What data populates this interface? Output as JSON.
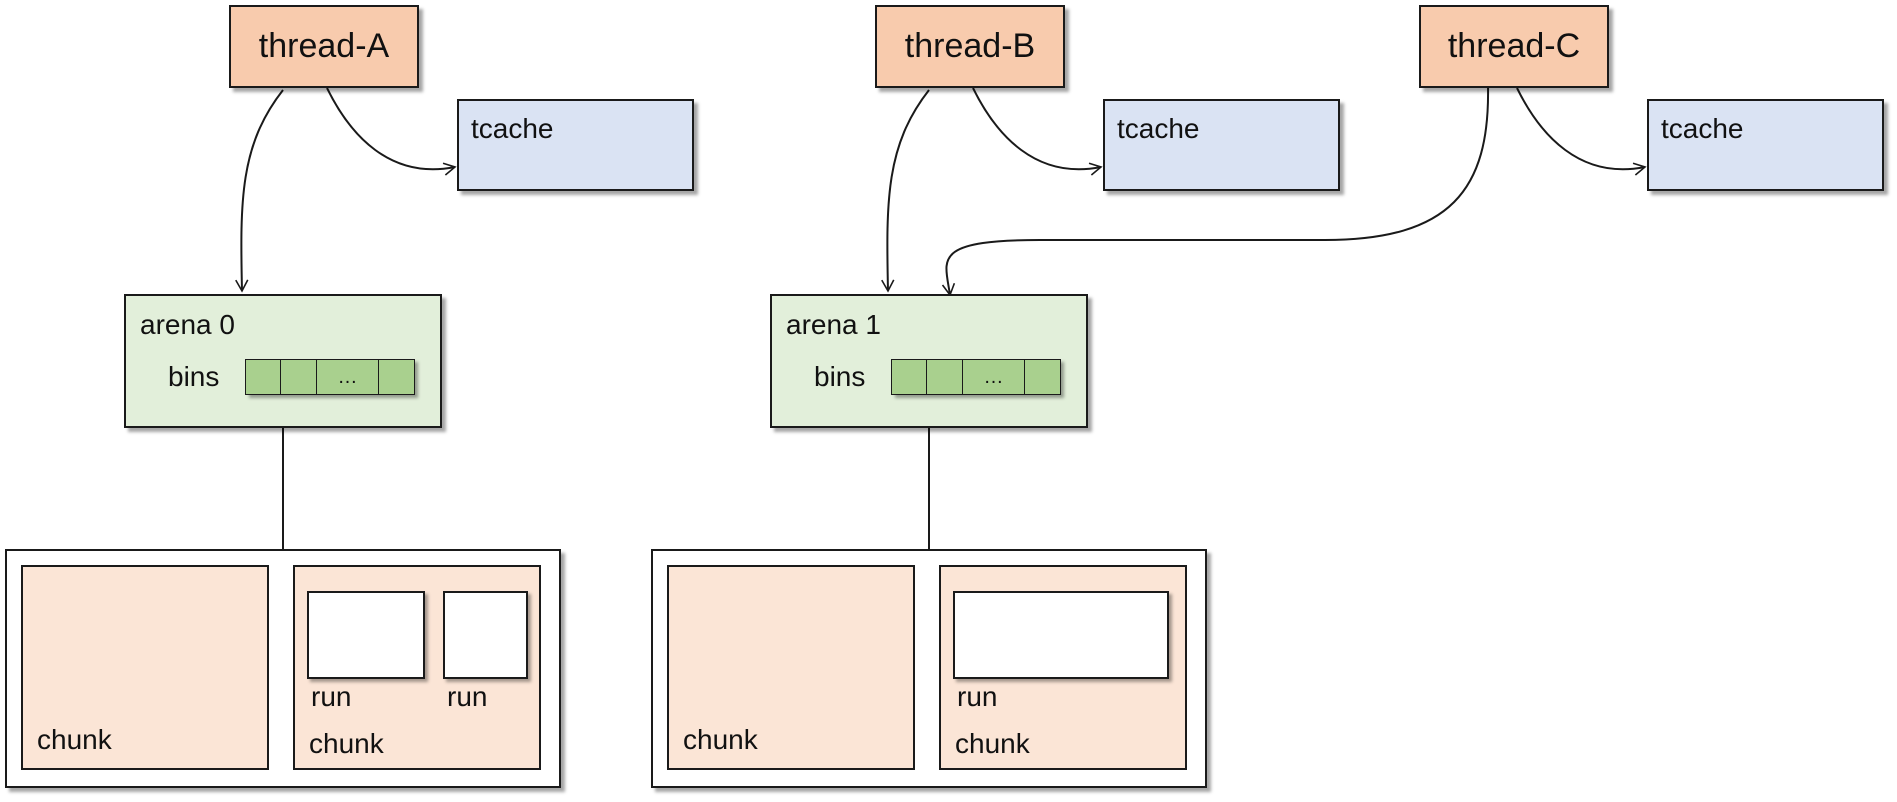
{
  "threads": [
    "thread-A",
    "thread-B",
    "thread-C"
  ],
  "tcache_label": "tcache",
  "arenas": [
    "arena 0",
    "arena 1"
  ],
  "bins_label": "bins",
  "bins_ellipsis": "…",
  "chunk_label": "chunk",
  "run_label": "run",
  "colors": {
    "thread": "#f8cbad",
    "tcache": "#dae3f3",
    "arena": "#e2efda",
    "bin": "#a9d08e",
    "chunk": "#fbe5d6"
  }
}
